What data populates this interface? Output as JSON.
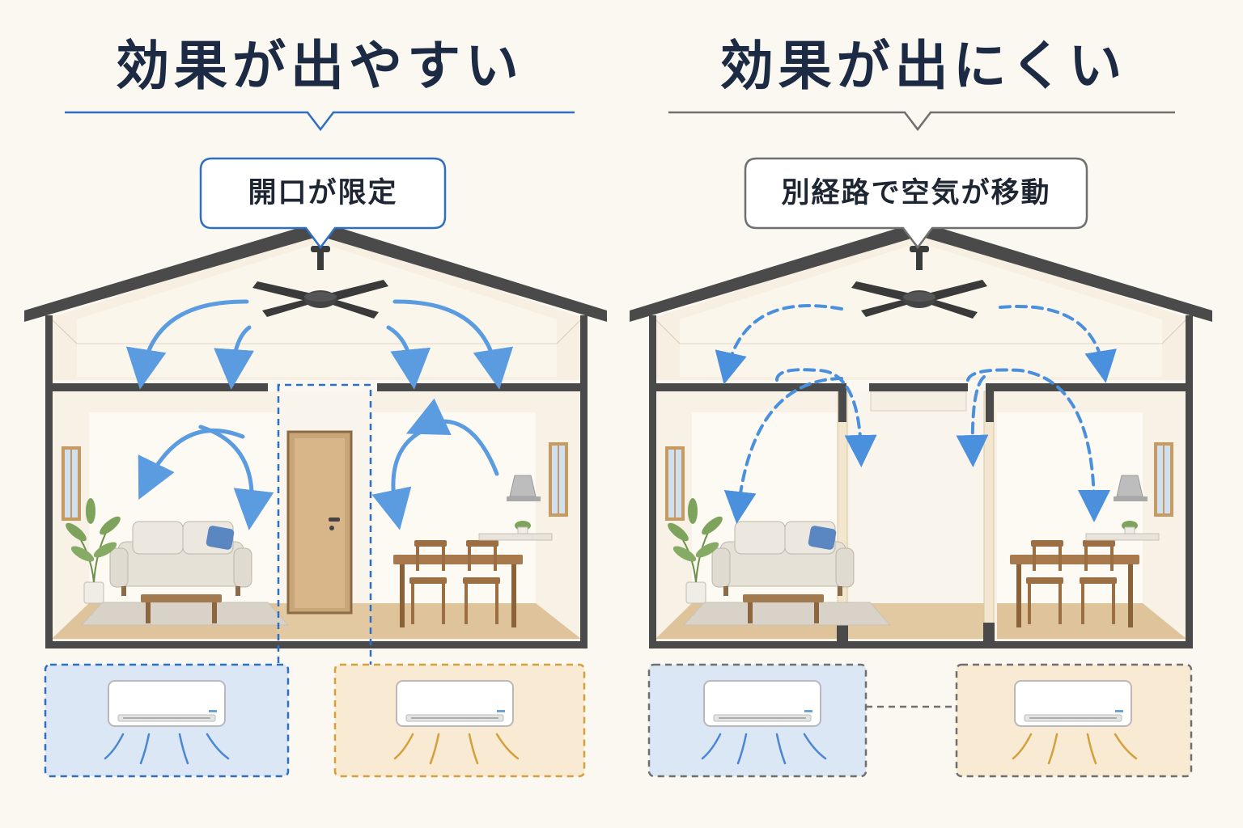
{
  "left_panel": {
    "heading": "効果が出やすい",
    "callout": "開口が限定",
    "accent": "#2f6fc2"
  },
  "right_panel": {
    "heading": "効果が出にくい",
    "callout": "別経路で空気が移動",
    "accent": "#6f6f6f"
  },
  "colors": {
    "background": "#fbf8f1",
    "heading_text": "#1c2a44",
    "airflow_arrow": "#5b9be0",
    "cool_zone": "#dbe7f5",
    "warm_zone": "#f8ead3",
    "cool_breeze": "#4a86d2",
    "warm_breeze": "#d4a03c",
    "house_frame": "#4a4a4a"
  }
}
